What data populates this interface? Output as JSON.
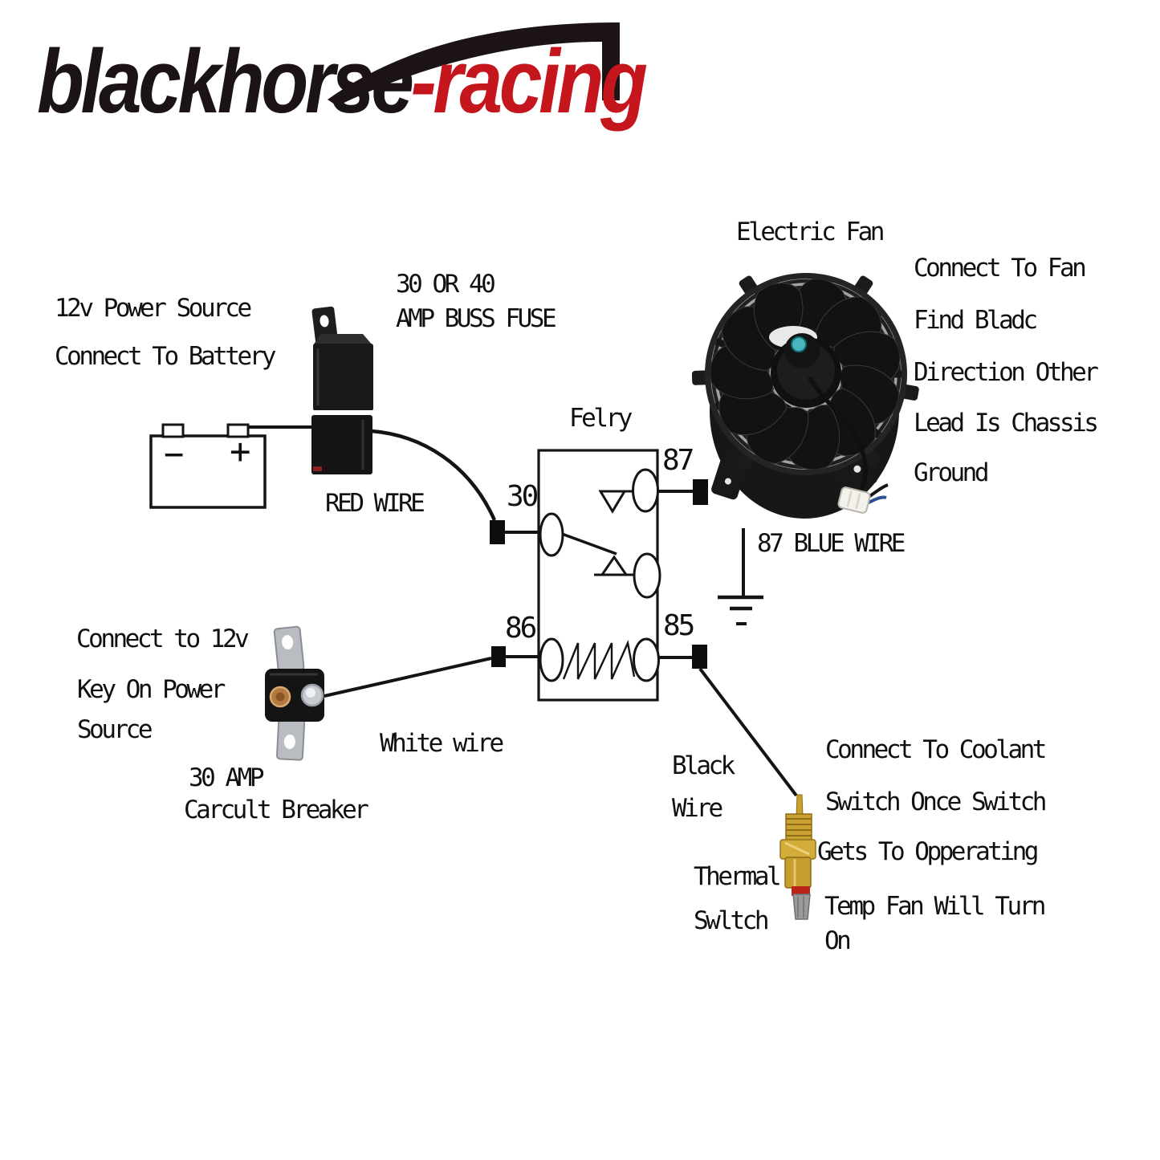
{
  "logo": {
    "black_text": "blackhorse",
    "red_text": "-racing",
    "black_color": "#1c1315",
    "red_color": "#c4161c"
  },
  "colors": {
    "diagram_ink": "#101010",
    "brass": "#c9a233",
    "copper_stud": "#b57a44",
    "silver_stud": "#c7ccd2",
    "metal_tab": "#b9bdc1",
    "hub_teal": "#4ab5bd",
    "fan_black": "#1b1b1b"
  },
  "battery": {
    "label_line1": "12v Power Source",
    "label_line2": "Connect To Battery",
    "minus": "−",
    "plus": "+"
  },
  "fuse": {
    "label_line1": "30 OR 40",
    "label_line2": "AMP BUSS FUSE",
    "wire_label": "RED WIRE"
  },
  "relay": {
    "title": "Felry",
    "terminal_30": "30",
    "terminal_87": "87",
    "terminal_86": "86",
    "terminal_85": "85"
  },
  "fan": {
    "title": "Electric Fan",
    "note_line1": "Connect To Fan",
    "note_line2": "Find Bladc",
    "note_line3": "Direction Other",
    "note_line4": "Lead Is Chassis",
    "note_line5": "Ground",
    "blue_wire_label": "87 BLUE WIRE"
  },
  "breaker": {
    "label_line1": "Connect to 12v",
    "label_line2": "Key On Power",
    "label_line3": "Source",
    "name_line1": "30 AMP",
    "name_line2": "Carcult Breaker",
    "wire_label": "White wire"
  },
  "thermal": {
    "wire_line1": "Black",
    "wire_line2": "Wire",
    "name_line1": "Thermal",
    "name_line2": "Swltch",
    "note_line1": "Connect To Coolant",
    "note_line2": "Switch Once Switch",
    "note_line3": "Gets To Opperating",
    "note_line4": "Temp Fan Will Turn",
    "note_line5": "On"
  }
}
